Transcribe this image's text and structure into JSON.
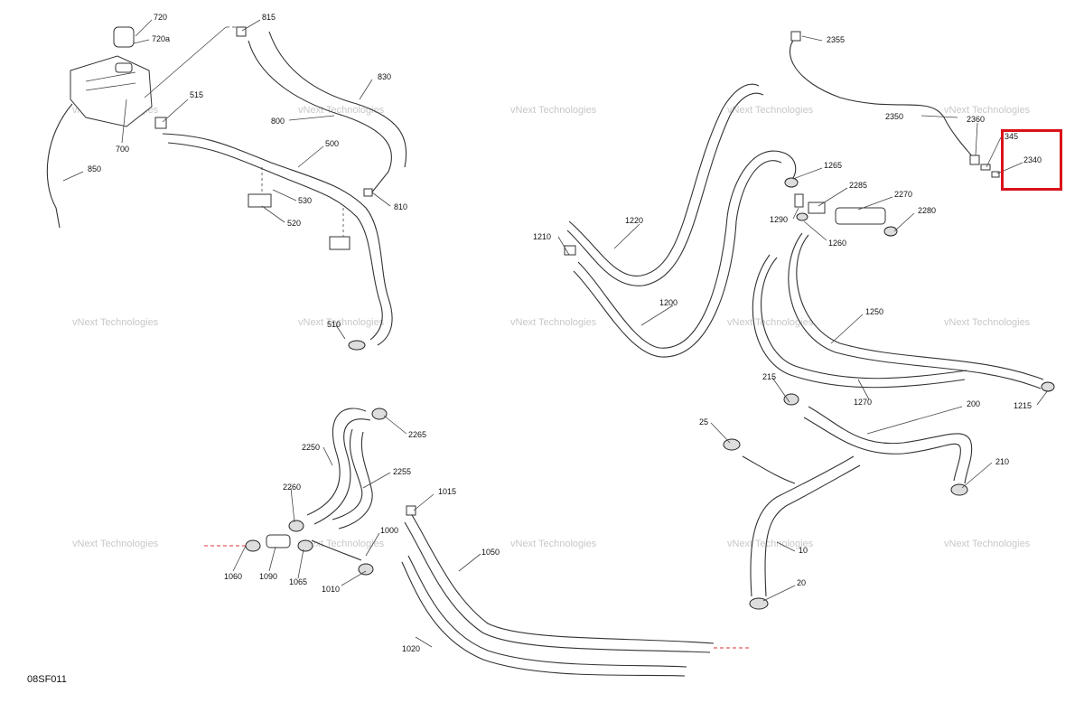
{
  "diagram_code": "08SF011",
  "watermark": "vNext Technologies",
  "highlight_color": "#d9121b",
  "highlighted_part": "2340",
  "callouts": {
    "p720": "720",
    "p720a": "720a",
    "p700": "700",
    "p515": "515",
    "p850": "850",
    "p815": "815",
    "p830": "830",
    "p800": "800",
    "p500": "500",
    "p810": "810",
    "p530": "530",
    "p520": "520",
    "p510": "510",
    "p2355": "2355",
    "p2350": "2350",
    "p2360": "2360",
    "p345": "345",
    "p2340": "2340",
    "p1265": "1265",
    "p2285": "2285",
    "p2270": "2270",
    "p1290": "1290",
    "p2280": "2280",
    "p1260": "1260",
    "p1220": "1220",
    "p1210": "1210",
    "p1200": "1200",
    "p1250": "1250",
    "p1270": "1270",
    "p1215": "1215",
    "p215": "215",
    "p200": "200",
    "p25": "25",
    "p210": "210",
    "p10": "10",
    "p20": "20",
    "p2265": "2265",
    "p2250": "2250",
    "p2255": "2255",
    "p2260": "2260",
    "p1015": "1015",
    "p1000": "1000",
    "p1060": "1060",
    "p1090": "1090",
    "p1065": "1065",
    "p1010": "1010",
    "p1050": "1050",
    "p1020": "1020"
  }
}
